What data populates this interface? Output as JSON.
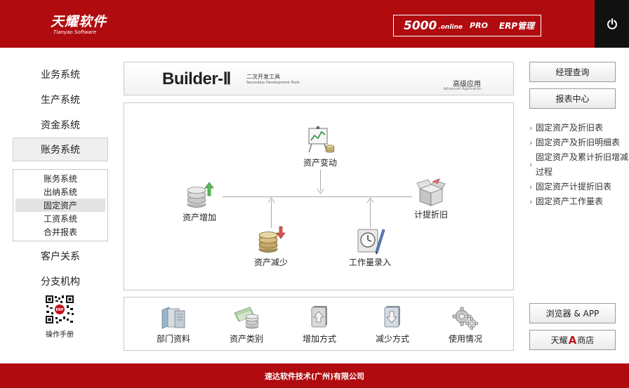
{
  "header": {
    "logo_cn": "天耀软件",
    "logo_en": "Tianyao Software",
    "product_num": "5000",
    "product_online": ".online",
    "product_pro": "PRO",
    "product_erp": "ERP管理"
  },
  "nav": {
    "items": [
      "业务系统",
      "生产系统",
      "资金系统",
      "账务系统",
      "客户关系",
      "分支机构"
    ],
    "sub_items": [
      "账务系统",
      "出纳系统",
      "固定资产",
      "工资系统",
      "合并报表"
    ],
    "qr_label": "操作手册",
    "qr_badge": "ERP"
  },
  "banner": {
    "title": "Builder-Ⅱ",
    "sub_cn": "二次开发工具",
    "sub_en": "Secondary Development Tools",
    "right_cn": "高级应用",
    "right_en": "Advanced Application"
  },
  "flow": {
    "change": "资产变动",
    "increase": "资产增加",
    "depreciation": "计提折旧",
    "decrease": "资产减少",
    "workload": "工作量录入"
  },
  "tools": [
    "部门资料",
    "资产类别",
    "增加方式",
    "减少方式",
    "使用情况"
  ],
  "right": {
    "btn_query": "经理查询",
    "btn_report": "报表中心",
    "links": [
      "固定资产及折旧表",
      "固定资产及折旧明细表",
      "固定资产及累计折旧增减过程",
      "固定资产计提折旧表",
      "固定资产工作量表"
    ],
    "btn_browser": "浏览器 & APP",
    "store_pre": "天耀",
    "store_a": "A",
    "store_post": "商店"
  },
  "footer": {
    "company": "速达软件技术(广州)有限公司"
  },
  "colors": {
    "brand_red": "#b00c10",
    "header_dark": "#111111"
  }
}
